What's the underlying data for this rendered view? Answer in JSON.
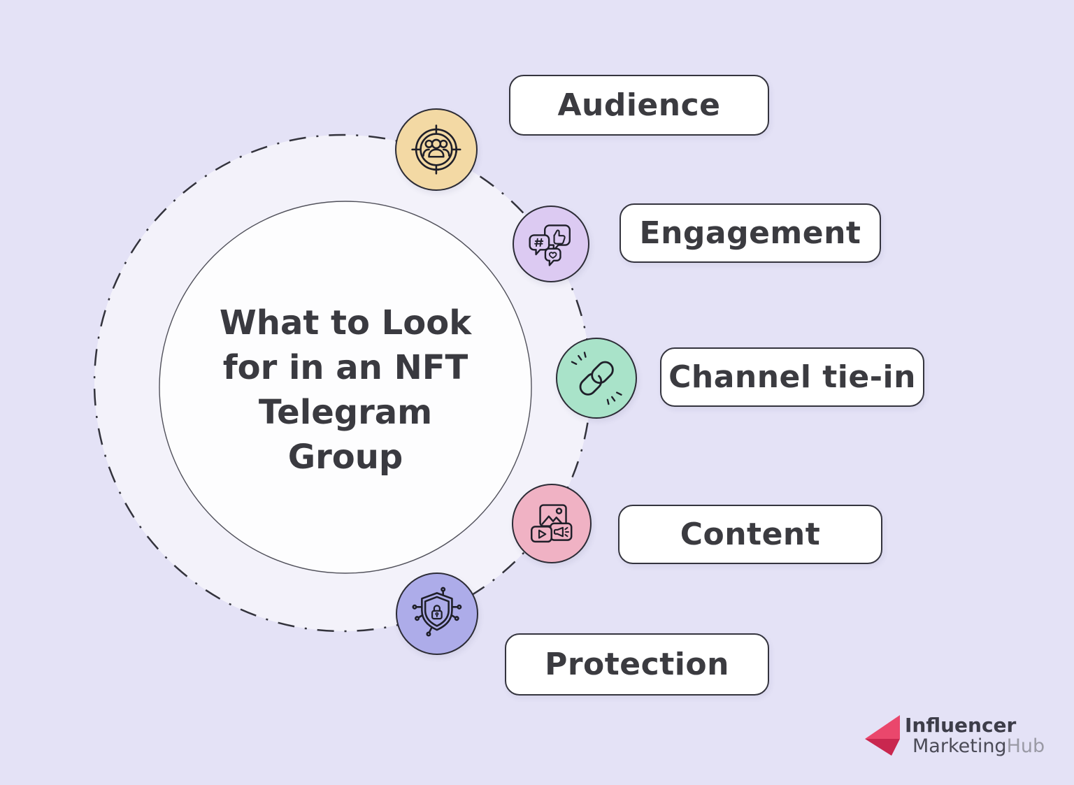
{
  "page": {
    "background": "#e4e2f6"
  },
  "diagram": {
    "title_full": "What to Look for in an NFT Telegram Group",
    "title_lines": [
      "What to Look",
      "for in an NFT",
      "Telegram",
      "Group"
    ],
    "ring_fill": "#f3f2fa",
    "ring_stroke": "#33333c",
    "center_fill": "#fdfdfe",
    "center_stroke": "#50505a",
    "items": [
      {
        "label": "Audience",
        "icon": "audience-target-icon",
        "color": "#f3d9a4"
      },
      {
        "label": "Engagement",
        "icon": "engagement-reactions-icon",
        "color": "#dccaf2"
      },
      {
        "label": "Channel tie-in",
        "icon": "chain-link-icon",
        "color": "#a9e3c9"
      },
      {
        "label": "Content",
        "icon": "media-content-icon",
        "color": "#f0b2c4"
      },
      {
        "label": "Protection",
        "icon": "shield-lock-icon",
        "color": "#adace9"
      }
    ]
  },
  "footer_logo": {
    "line1": "Influencer",
    "line2_part1": "Marketing",
    "line2_part2": "Hub",
    "mark_top_color": "#ea476c",
    "mark_bottom_color": "#c9274f"
  }
}
